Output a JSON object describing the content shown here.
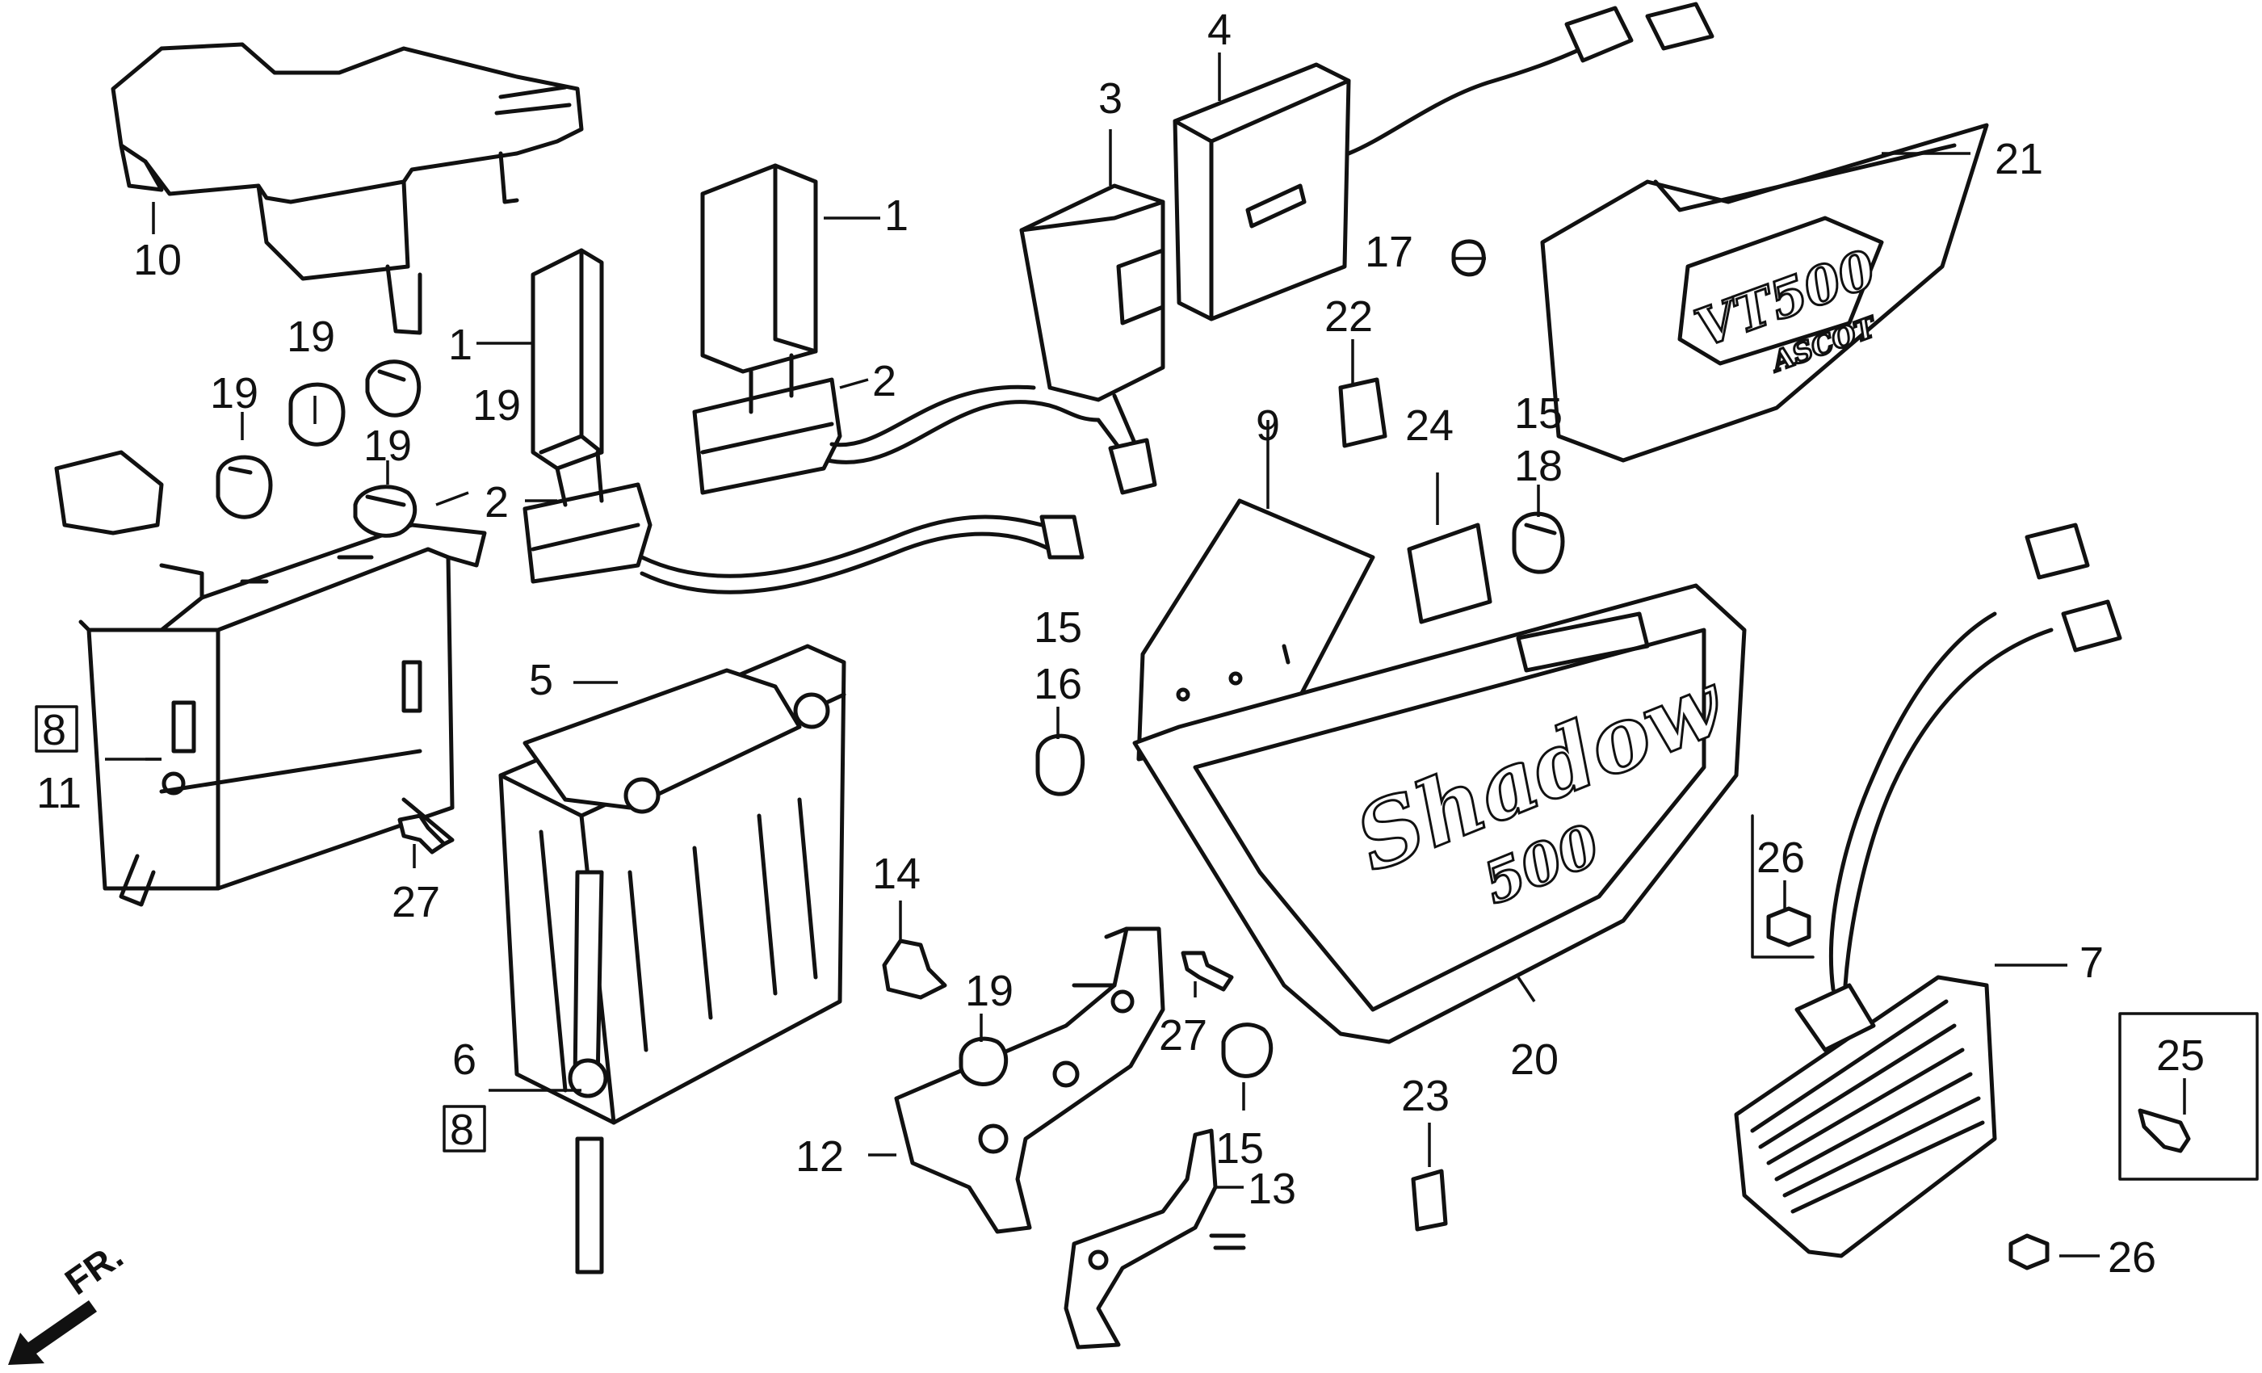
{
  "callouts": {
    "c1a": "1",
    "c1b": "1",
    "c2a": "2",
    "c2b": "2",
    "c3": "3",
    "c4": "4",
    "c5": "5",
    "c6": "6",
    "c7": "7",
    "c8a": "8",
    "c8b": "8",
    "c9": "9",
    "c10": "10",
    "c11": "11",
    "c12": "12",
    "c13": "13",
    "c14": "14",
    "c15a": "15",
    "c15b": "15",
    "c15c": "15",
    "c16": "16",
    "c17": "17",
    "c18": "18",
    "c19a": "19",
    "c19b": "19",
    "c19c": "19",
    "c19d": "19",
    "c19e": "19",
    "c20": "20",
    "c21": "21",
    "c22": "22",
    "c23": "23",
    "c24": "24",
    "c25": "25",
    "c26a": "26",
    "c26b": "26",
    "c27a": "27",
    "c27b": "27"
  },
  "logos": {
    "side_cover_left": "Shadow",
    "side_cover_left_sub": "500",
    "side_cover_right": "VT500",
    "side_cover_right_sub": "ASCOT"
  },
  "direction_marker": "FR.",
  "colors": {
    "ink": "#111111",
    "paper": "#ffffff"
  }
}
